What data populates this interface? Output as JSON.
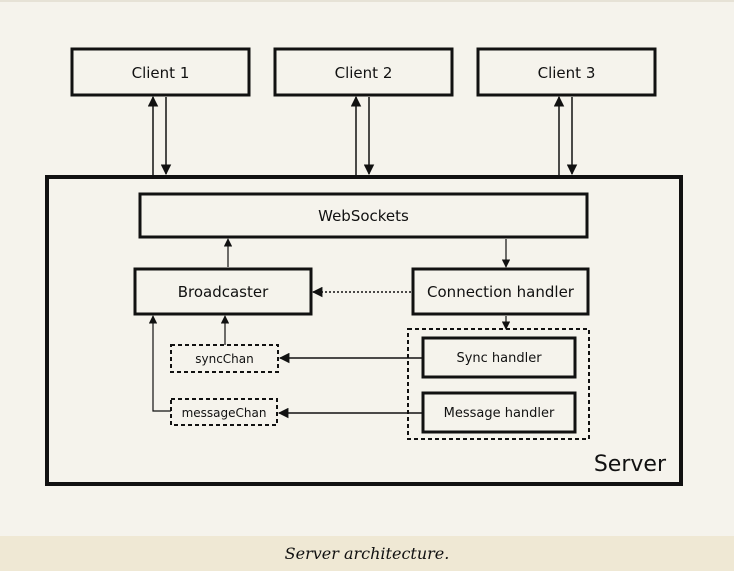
{
  "diagram": {
    "clients": [
      {
        "label": "Client 1"
      },
      {
        "label": "Client 2"
      },
      {
        "label": "Client 3"
      }
    ],
    "server_label": "Server",
    "websockets_label": "WebSockets",
    "broadcaster_label": "Broadcaster",
    "connection_handler_label": "Connection handler",
    "sync_handler_label": "Sync handler",
    "message_handler_label": "Message handler",
    "sync_chan_label": "syncChan",
    "message_chan_label": "messageChan"
  },
  "caption": "Server architecture."
}
